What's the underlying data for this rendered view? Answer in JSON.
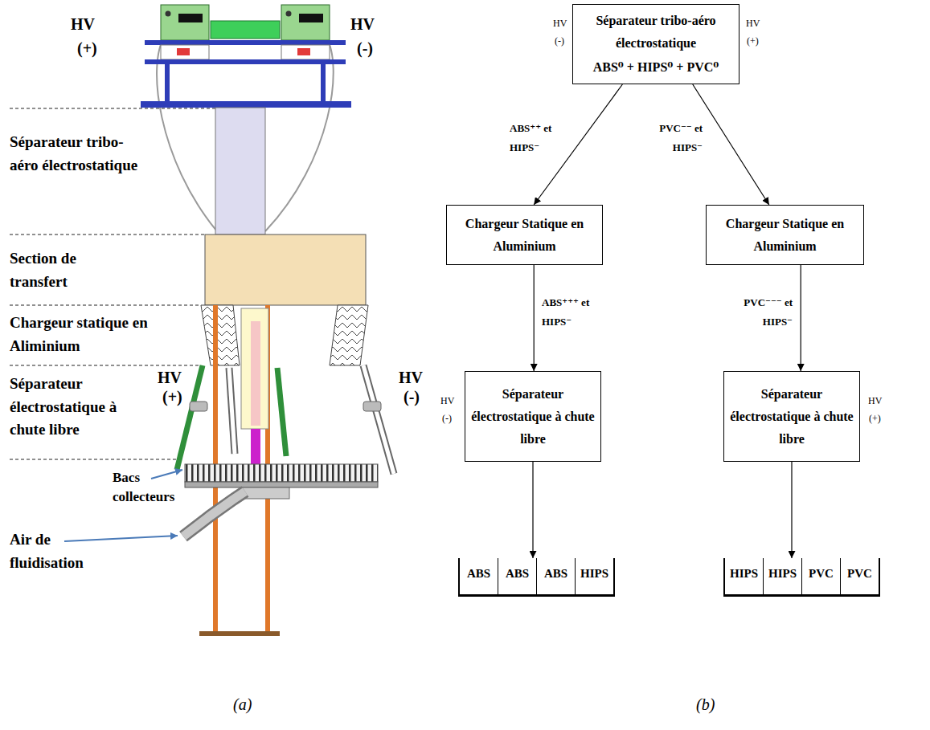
{
  "diagram": {
    "nodes": [
      {
        "text": [
          "Séparateur tribo-aéro électrostatique",
          "ABS⁰ + HIPS⁰ + PVC⁰"
        ]
      },
      {
        "text": [
          "Chargeur Statique en Aluminium"
        ]
      },
      {
        "text": [
          "Chargeur Statique en Aluminium"
        ]
      },
      {
        "text": [
          "Séparateur électrostatique à chute libre"
        ]
      },
      {
        "text": [
          "Séparateur électrostatique à chute libre"
        ]
      },
      {
        "text": [
          "ABS",
          "ABS",
          "ABS",
          "HIPS"
        ]
      },
      {
        "text": [
          "HIPS",
          "HIPS",
          "PVC",
          "PVC"
        ]
      }
    ],
    "edges": [
      {
        "from": 0,
        "to": 1,
        "arrow": "to",
        "label": "ABS⁺⁺ et HIPS⁻"
      },
      {
        "from": 0,
        "to": 2,
        "arrow": "to",
        "label": "PVC⁻⁻ et HIPS⁻"
      },
      {
        "from": 1,
        "to": 3,
        "arrow": "to",
        "label": "ABS⁺⁺⁺ et HIPS⁻"
      },
      {
        "from": 2,
        "to": 4,
        "arrow": "to",
        "label": "PVC⁻⁻⁻ et HIPS⁻"
      },
      {
        "from": 3,
        "to": 5,
        "arrow": "to"
      },
      {
        "from": 4,
        "to": 6,
        "arrow": "to"
      }
    ],
    "labels": [
      "HV",
      "(+)",
      "HV",
      "(-)",
      "Séparateur tribo-aéro électrostatique",
      "Section de transfert",
      "Chargeur statique en Aliminium",
      "HV",
      "(+)",
      "HV",
      "(-)",
      "Séparateur électrostatique à chute libre",
      "Bacs collecteurs",
      "Air de fluidisation",
      "(a)",
      "HV",
      "(-)",
      "HV",
      "(+)",
      "HV",
      "(-)",
      "HV",
      "(+)",
      "(b)"
    ]
  }
}
